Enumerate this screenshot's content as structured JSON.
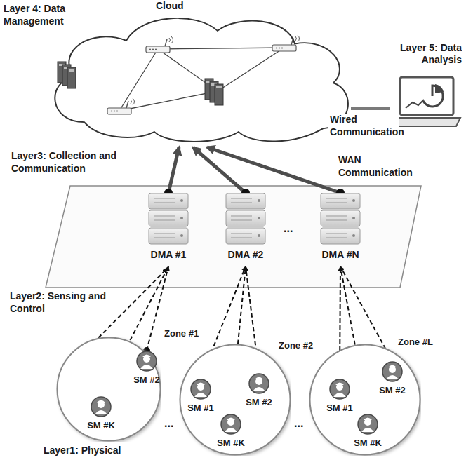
{
  "diagram": {
    "nodes": [
      {
        "text": [
          "Cloud"
        ]
      },
      {
        "text": [
          "Layer 5: Data Analysis"
        ]
      },
      {
        "text": [
          "DMA #1"
        ]
      },
      {
        "text": [
          "DMA #2"
        ]
      },
      {
        "text": [
          "DMA #N"
        ]
      },
      {
        "text": [
          "Zone #1"
        ]
      },
      {
        "text": [
          "SM #2"
        ],
        "in": 5
      },
      {
        "text": [
          "SM #K"
        ],
        "in": 5
      },
      {
        "text": [
          "Zone #2"
        ]
      },
      {
        "text": [
          "SM #1"
        ],
        "in": 8
      },
      {
        "text": [
          "SM #2"
        ],
        "in": 8
      },
      {
        "text": [
          "SM #K"
        ],
        "in": 8
      },
      {
        "text": [
          "Zone #L"
        ]
      },
      {
        "text": [
          "SM #1"
        ],
        "in": 12
      },
      {
        "text": [
          "SM #2"
        ],
        "in": 12
      },
      {
        "text": [
          "SM #K"
        ],
        "in": 12
      }
    ],
    "edges": [
      {
        "from": 2,
        "to": 0,
        "arrow": "to"
      },
      {
        "from": 3,
        "to": 0,
        "arrow": "to"
      },
      {
        "from": 4,
        "to": 0,
        "arrow": "to"
      },
      {
        "from": 0,
        "to": 1,
        "label": "Wired Communication",
        "arrow": "none"
      },
      {
        "from": 6,
        "to": 2,
        "arrow": "to"
      },
      {
        "from": 7,
        "to": 2,
        "arrow": "to"
      },
      {
        "from": 9,
        "to": 3,
        "arrow": "to"
      },
      {
        "from": 10,
        "to": 3,
        "arrow": "to"
      },
      {
        "from": 11,
        "to": 3,
        "arrow": "to"
      },
      {
        "from": 13,
        "to": 4,
        "arrow": "to"
      },
      {
        "from": 14,
        "to": 4,
        "arrow": "to"
      },
      {
        "from": 15,
        "to": 4,
        "arrow": "to"
      }
    ],
    "labels": [
      "Layer 4: Data Management",
      "Layer3: Collection and Communication",
      "WAN Communication",
      "Layer2: Sensing and Control",
      "Layer1: Physical",
      "...",
      "...",
      "..."
    ]
  }
}
